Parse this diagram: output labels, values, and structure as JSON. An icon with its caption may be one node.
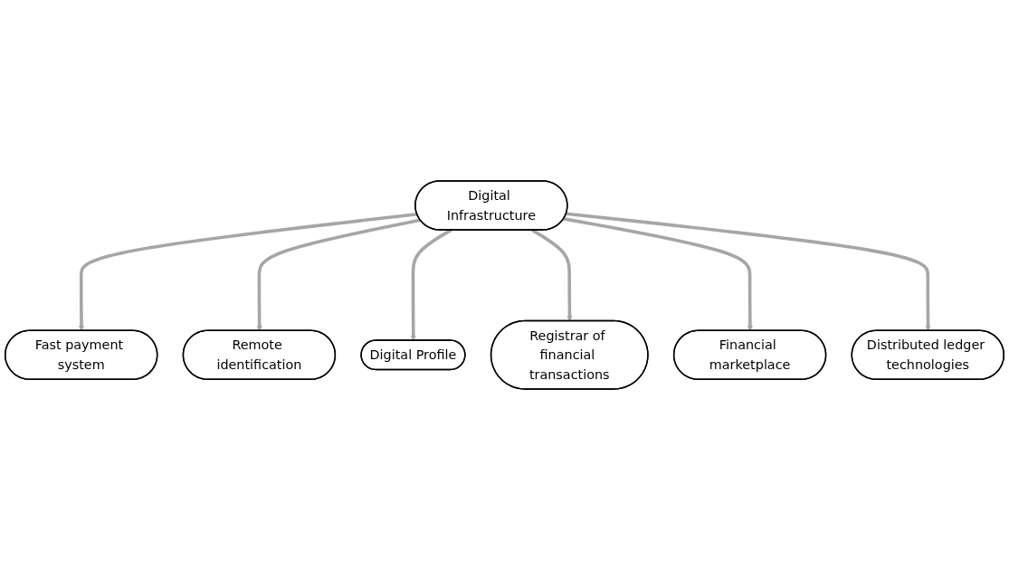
{
  "diagram": {
    "nodes": [
      {
        "text": [
          "Fast payment system"
        ]
      },
      {
        "text": [
          "Remote identification"
        ]
      },
      {
        "text": [
          "Digital Profile"
        ]
      },
      {
        "text": [
          "Digital Infrastructure"
        ]
      },
      {
        "text": [
          "Registrar of financial transactions"
        ]
      },
      {
        "text": [
          "Financial marketplace"
        ]
      },
      {
        "text": [
          "Distributed ledger technologies"
        ]
      }
    ],
    "edges": [
      {
        "from": 3,
        "to": 0,
        "arrow": "to"
      },
      {
        "from": 3,
        "to": 1,
        "arrow": "to"
      },
      {
        "from": 3,
        "to": 2,
        "arrow": "to"
      },
      {
        "from": 3,
        "to": 4,
        "arrow": "to"
      },
      {
        "from": 3,
        "to": 5,
        "arrow": "to"
      },
      {
        "from": 3,
        "to": 6,
        "arrow": "to"
      }
    ]
  }
}
